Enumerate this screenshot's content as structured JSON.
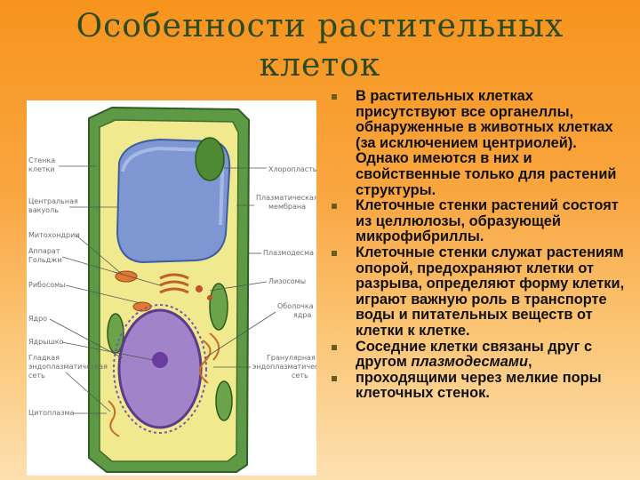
{
  "title": {
    "line1": "Особенности растительных",
    "line2": "клеток"
  },
  "bullets": [
    {
      "text": "В растительных клетках присутствуют все органеллы, обнаруженные в животных клетках (за исключением центриолей). Однако имеются в них и свойственные только для растений структуры."
    },
    {
      "text": "Клеточные стенки растений состоят из целлюлозы, образующей микрофибриллы."
    },
    {
      "text": "Клеточные стенки служат растениям опорой, предохраняют клетки от разрыва, определяют форму клетки, играют важную роль в транспорте  воды и питательных веществ от клетки к клетке."
    },
    {
      "text_before": "Соседние клетки связаны друг с другом ",
      "text_italic": "плазмодесмами",
      "text_after": ","
    },
    {
      "text": "проходящими через мелкие поры клеточных стенок."
    }
  ],
  "diagram": {
    "left_labels": [
      "Стенка клетки",
      "Центральная вакуоль",
      "Митохондрии",
      "Аппарат Гольджи",
      "Рибосомы",
      "Ядро",
      "Ядрышко",
      "Гладкая эндоплазматическая сеть",
      "Цитоплазма"
    ],
    "right_labels": [
      "Хлоропласты",
      "Плазматическая мембрана",
      "Плазмодесма",
      "Лизосомы",
      "Оболочка ядра",
      "Гранулярная эндоплазматическая сеть"
    ]
  },
  "colors": {
    "background_top": "#f7941d",
    "title": "#2e4a1e",
    "bullet_marker": "#6b5b1e",
    "cell_wall": "#5e9a45",
    "cytoplasm": "#f1e98e",
    "vacuole": "#7e97d2",
    "nucleus": "#a083c8"
  }
}
